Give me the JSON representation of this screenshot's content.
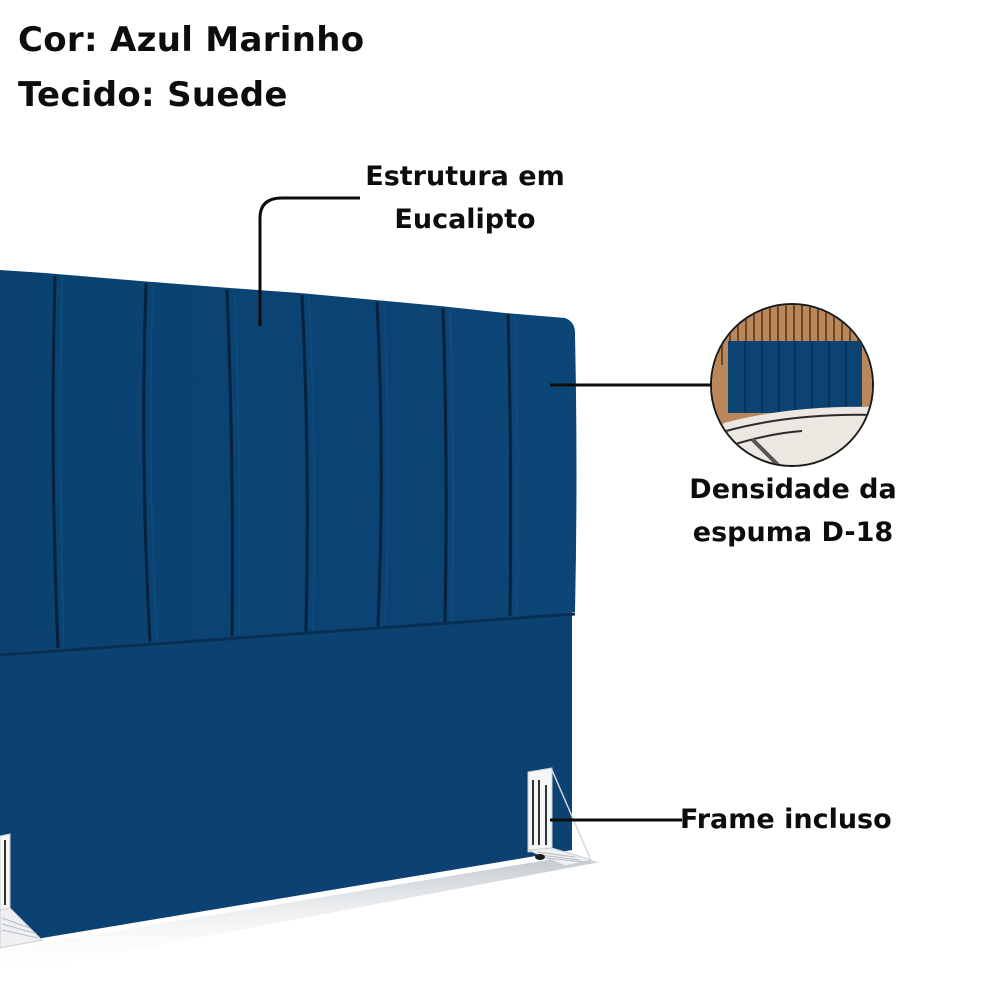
{
  "specs": {
    "color": "Cor: Azul Marinho",
    "fabric": "Tecido: Suede"
  },
  "callouts": {
    "structure": {
      "line1": "Estrutura em",
      "line2": "Eucalipto"
    },
    "foam": {
      "line1": "Densidade da",
      "line2": "espuma D-18"
    },
    "frame": {
      "text": "Frame incluso"
    }
  },
  "product": {
    "type": "headboard",
    "vertical_panels": 8,
    "colors": {
      "fabric": "#0b4373",
      "fabric_dark": "#072f55",
      "groove": "#04213d",
      "bracket": "#f2f4f6",
      "wood_slats": "#b7895f",
      "bedding": "#ece8e1"
    }
  }
}
